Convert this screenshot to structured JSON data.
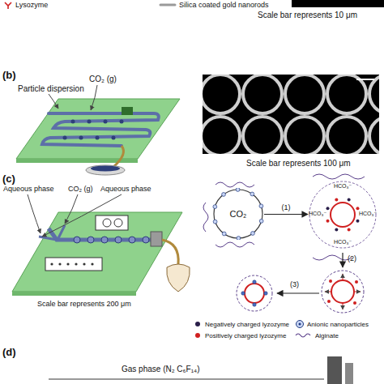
{
  "diagram": {
    "nodes": [
      {
        "text": [
          "CO₂"
        ]
      },
      {
        "text": [
          "HCO₃⁻",
          "HCO₃⁻",
          "HCO₃⁻",
          "HCO₃⁻"
        ]
      }
    ],
    "edges": [
      {
        "from": 0,
        "to": 1,
        "label": "(1)",
        "arrow": "to"
      }
    ],
    "labels": [
      "Scale bar represents 10 μm",
      "(b)",
      "CO₂ (g)",
      "Particle dispersion",
      "Scale bar represents 100 μm",
      "(c)",
      "Aqueous phase",
      "CO₂ (g)",
      "Aqueous phase",
      "Scale bar represents 200 μm",
      "(2)",
      "(3)",
      "(d)",
      "Gas phase (N₂ C₆F₁₄)"
    ],
    "legend": [
      {
        "text": "Lysozyme"
      },
      {
        "text": "Silica coated gold nanorods"
      },
      {
        "text": "Negatively charged lyzozyme"
      },
      {
        "text": "Anionic nanoparticles"
      },
      {
        "text": "Positively charged lyzozyme"
      },
      {
        "text": "Alginate"
      }
    ]
  }
}
